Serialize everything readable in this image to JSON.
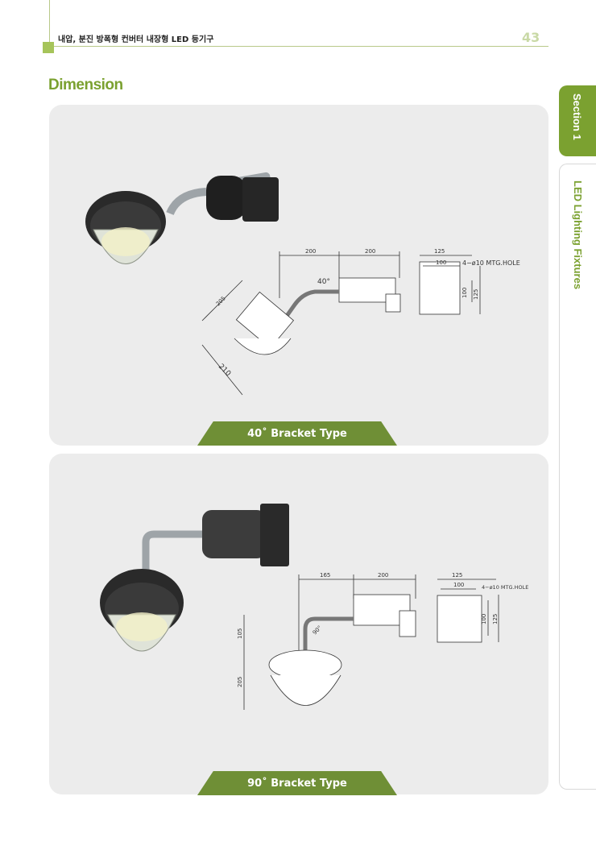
{
  "header": {
    "title": "내압, 분진 방폭형 컨버터 내장형 LED 등기구",
    "page_number": "43"
  },
  "heading": "Dimension",
  "side_tabs": [
    {
      "label": "Section 1"
    },
    {
      "label": "LED Lighting Fixtures"
    }
  ],
  "panels": [
    {
      "caption": "40˚ Bracket Type",
      "dims": {
        "a": "200",
        "b": "200",
        "c": "125",
        "d": "100",
        "hole": "4−ø10  MTG.HOLE",
        "e": "100",
        "f": "125",
        "angle": "40°",
        "g": "205",
        "h": "210"
      }
    },
    {
      "caption": "90˚ Bracket Type",
      "dims": {
        "a": "165",
        "b": "200",
        "c": "125",
        "d": "100",
        "hole": "4−ø10 MTG.HOLE",
        "e": "100",
        "f": "125",
        "angle": "90°",
        "g": "105",
        "h": "205"
      }
    }
  ]
}
